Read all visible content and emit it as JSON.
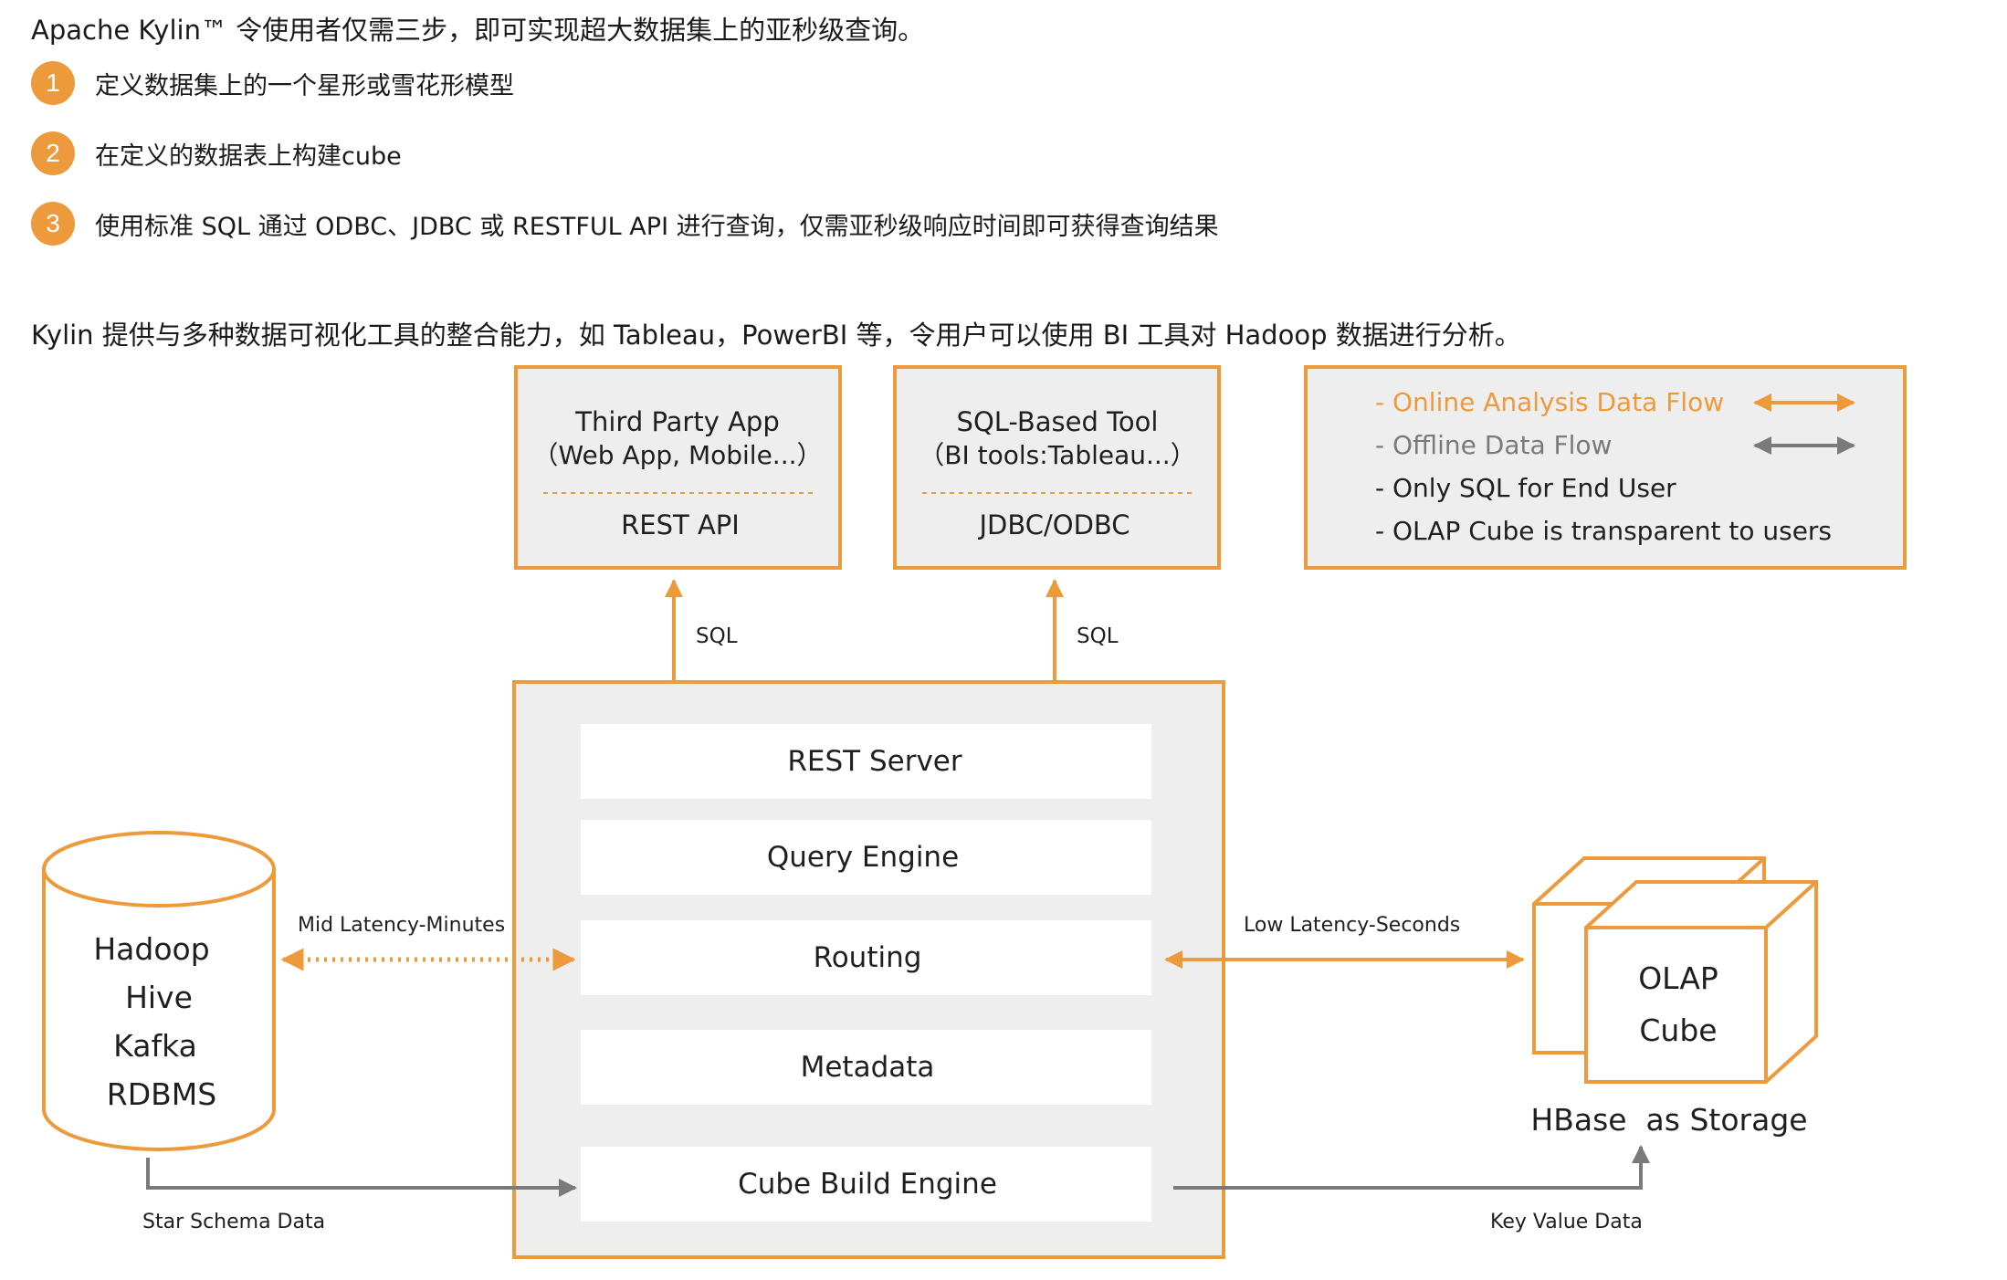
{
  "intro": "Apache Kylin™ 令使用者仅需三步，即可实现超大数据集上的亚秒级查询。",
  "steps": [
    {
      "num": "1",
      "text": "定义数据集上的一个星形或雪花形模型"
    },
    {
      "num": "2",
      "text": "在定义的数据表上构建cube"
    },
    {
      "num": "3",
      "text": "使用标准 SQL 通过 ODBC、JDBC 或 RESTFUL API 进行查询，仅需亚秒级响应时间即可获得查询结果"
    }
  ],
  "para2": "Kylin 提供与多种数据可视化工具的整合能力，如 Tableau，PowerBI 等，令用户可以使用 BI 工具对 Hadoop 数据进行分析。",
  "colors": {
    "accent": "#ec9a3c",
    "gray_arrow": "#7a7a7a",
    "panel_bg": "#efeeee"
  },
  "diagram": {
    "third_party": {
      "line1": "Third Party App",
      "line2": "（Web App, Mobile...）",
      "api": "REST API"
    },
    "sql_tool": {
      "line1": "SQL-Based Tool",
      "line2": "（BI tools:Tableau...）",
      "api": "JDBC/ODBC"
    },
    "legend": {
      "online": "- Online Analysis Data Flow",
      "offline": "- Offline Data Flow",
      "sql_only": "- Only SQL for End User",
      "transparent": "- OLAP Cube is transparent to users"
    },
    "sql_label_left": "SQL",
    "sql_label_right": "SQL",
    "server_blocks": [
      "REST Server",
      "Query Engine",
      "Routing",
      "Metadata",
      "Cube Build Engine"
    ],
    "sources": [
      "Hadoop",
      "Hive",
      "Kafka",
      "RDBMS"
    ],
    "mid_latency": "Mid Latency-Minutes",
    "low_latency": "Low Latency-Seconds",
    "star_schema": "Star Schema Data",
    "key_value": "Key Value Data",
    "cube_line1": "OLAP",
    "cube_line2": "Cube",
    "storage": "HBase  as Storage"
  }
}
